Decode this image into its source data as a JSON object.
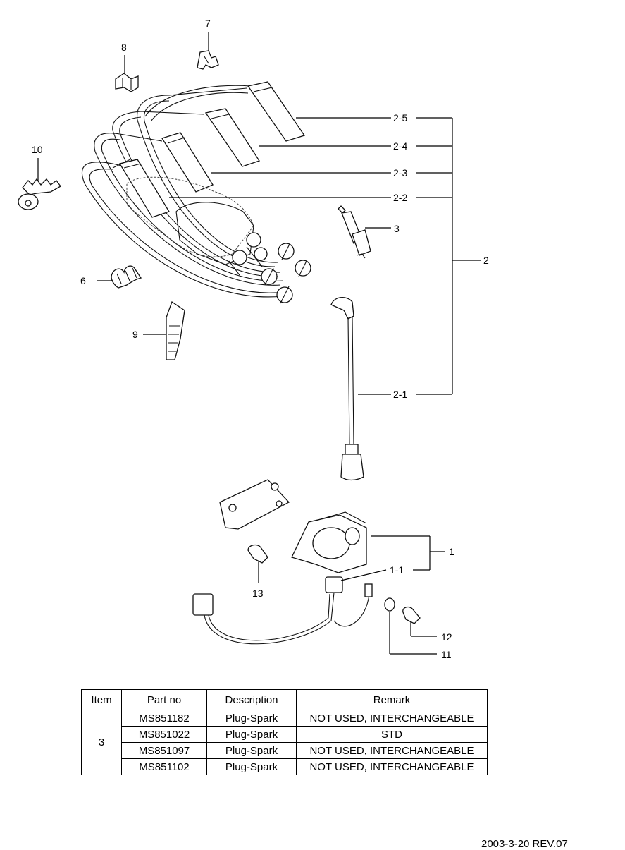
{
  "callouts": {
    "c1": "1",
    "c1_1": "1-1",
    "c2": "2",
    "c2_1": "2-1",
    "c2_2": "2-2",
    "c2_3": "2-3",
    "c2_4": "2-4",
    "c2_5": "2-5",
    "c3": "3",
    "c6": "6",
    "c7": "7",
    "c8": "8",
    "c9": "9",
    "c10": "10",
    "c11": "11",
    "c12": "12",
    "c13": "13"
  },
  "table": {
    "headers": {
      "item": "Item",
      "part": "Part no",
      "desc": "Description",
      "remark": "Remark"
    },
    "item": "3",
    "rows": [
      {
        "part": "MS851182",
        "desc": "Plug-Spark",
        "remark": "NOT USED, INTERCHANGEABLE"
      },
      {
        "part": "MS851022",
        "desc": "Plug-Spark",
        "remark": "STD"
      },
      {
        "part": "MS851097",
        "desc": "Plug-Spark",
        "remark": "NOT USED, INTERCHANGEABLE"
      },
      {
        "part": "MS851102",
        "desc": "Plug-Spark",
        "remark": "NOT USED, INTERCHANGEABLE"
      }
    ]
  },
  "footer": "2003-3-20 REV.07"
}
